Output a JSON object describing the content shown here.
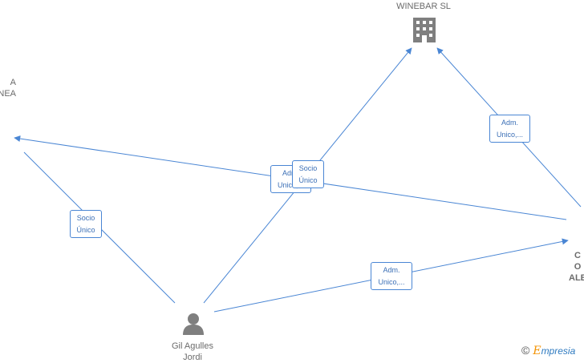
{
  "nodes": {
    "winebar": {
      "label": "WINEBAR  SL",
      "icon": "building-icon"
    },
    "left_company": {
      "label": "A\nNEA",
      "icon": "building-icon"
    },
    "person": {
      "label": "Gil Agulles\nJordi",
      "icon": "person-icon"
    },
    "right_person": {
      "label": "C\nO\nALE",
      "icon": "person-icon"
    }
  },
  "edges": [
    {
      "label": "Adm.\nUnico,...",
      "from": "right_person",
      "to": "winebar"
    },
    {
      "label": "Adm.\nUnico,...",
      "from": "right_person",
      "to": "left_company"
    },
    {
      "label": "Socio\nÚnico",
      "from": "person",
      "to": "winebar"
    },
    {
      "label": "Socio\nÚnico",
      "from": "person",
      "to": "left_company"
    },
    {
      "label": "Adm.\nUnico,...",
      "from": "person",
      "to": "right_person"
    }
  ],
  "brand": {
    "copyright": "©",
    "initial": "E",
    "rest": "mpresia"
  },
  "colors": {
    "edge": "#4a86d4",
    "node_icon": "#7f7f7f",
    "label_text": "#6b6b6b"
  }
}
